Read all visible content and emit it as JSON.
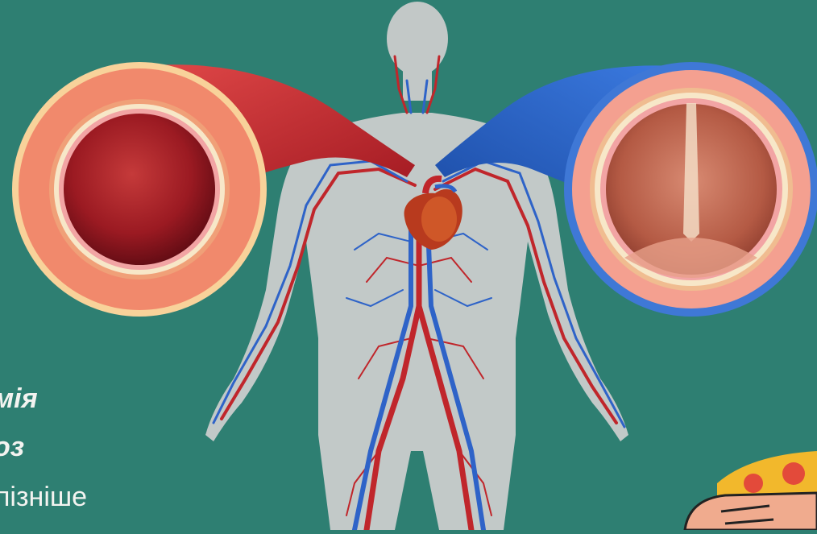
{
  "scene": {
    "background_color": "#2e7f72",
    "artery_color": "#c0262b",
    "vein_color": "#2e63c8",
    "body_color": "#c9c9c9"
  },
  "captions": {
    "line1": "мія",
    "line2": "оз",
    "line3": "пізніше"
  },
  "icons": [
    "heart-icon",
    "artery-cross-section",
    "vein-cross-section",
    "pizza-hand-illustration"
  ]
}
